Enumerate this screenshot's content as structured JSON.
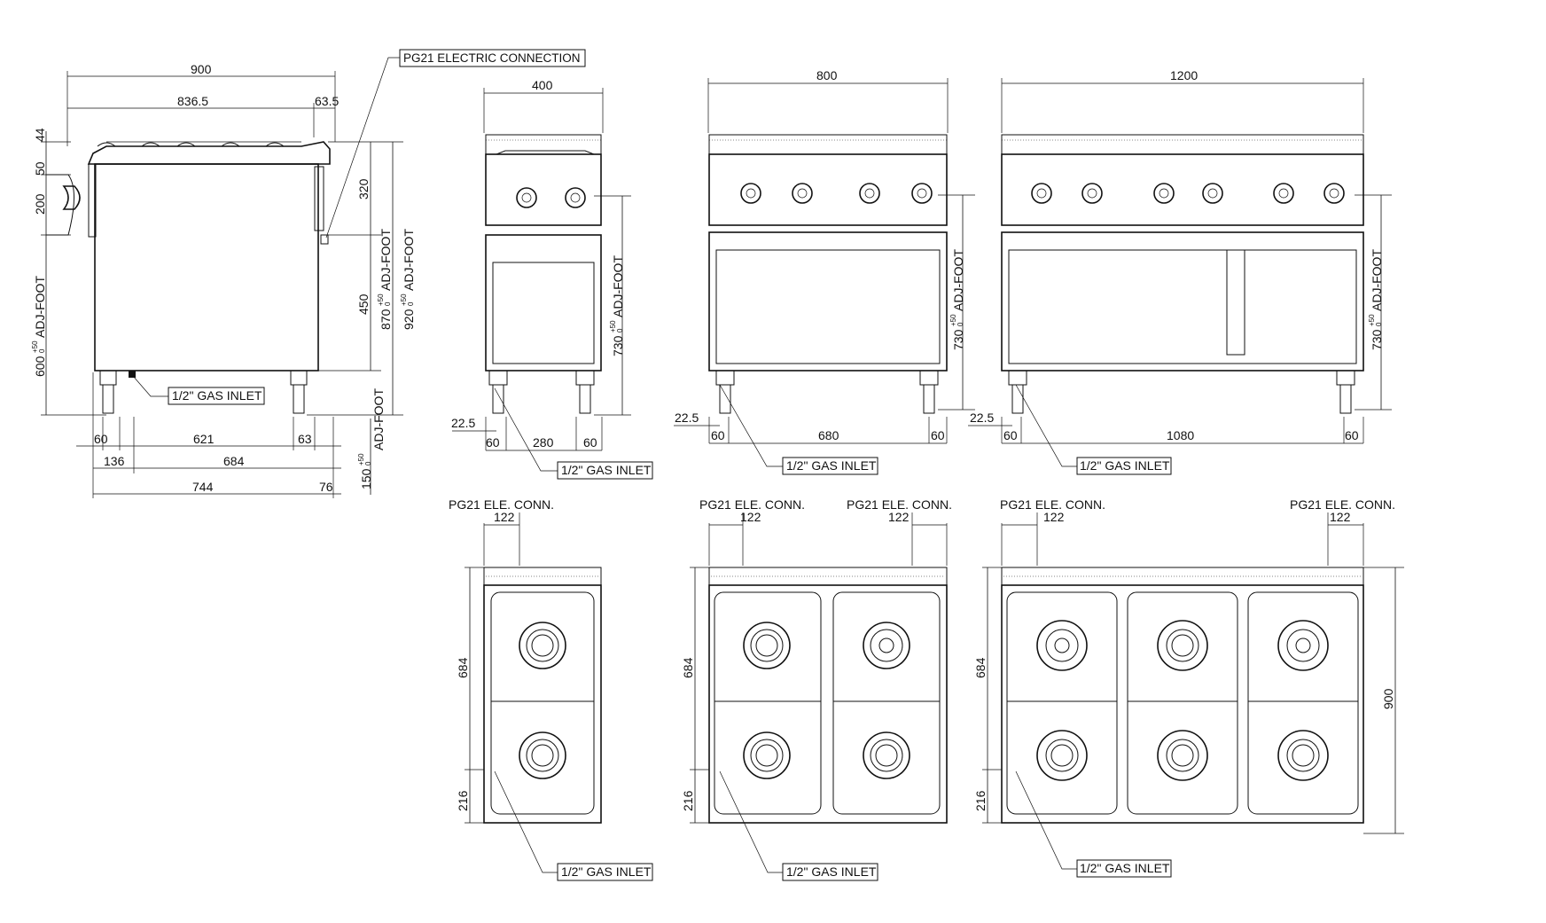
{
  "labels": {
    "pg21_electric_connection": "PG21 ELECTRIC CONNECTION",
    "gas_inlet": "1/2\" GAS INLET",
    "pg21_ele_conn": "PG21 ELE. CONN.",
    "adj_foot": "ADJ-FOOT",
    "tol_plus": "+50",
    "tol_zero": "0"
  },
  "side_view": {
    "overall_width": "900",
    "top_width": "836.5",
    "knob_offset": "63.5",
    "h_44": "44",
    "h_50": "50",
    "h_200": "200",
    "h_320": "320",
    "h_450": "450",
    "h_600": "600",
    "h_870": "870",
    "h_920": "920",
    "h_150": "150",
    "foot_60": "60",
    "foot_621": "621",
    "foot_63": "63",
    "base_136": "136",
    "base_684": "684",
    "base_744": "744",
    "base_76": "76"
  },
  "front_views": [
    {
      "width": "400",
      "height": "730",
      "offset": "22.5",
      "left": "60",
      "mid": "280",
      "right": "60"
    },
    {
      "width": "800",
      "height": "730",
      "offset": "22.5",
      "left": "60",
      "mid": "680",
      "right": "60"
    },
    {
      "width": "1200",
      "height": "730",
      "offset": "22.5",
      "left": "60",
      "mid": "1080",
      "right": "60"
    }
  ],
  "top_views": [
    {
      "conn_offset": "122",
      "depth_684": "684",
      "depth_216": "216"
    },
    {
      "conn_offset_left": "122",
      "conn_offset_right": "122",
      "depth_684": "684",
      "depth_216": "216"
    },
    {
      "conn_offset_left": "122",
      "conn_offset_right": "122",
      "depth_684": "684",
      "depth_216": "216",
      "overall_depth": "900"
    }
  ]
}
